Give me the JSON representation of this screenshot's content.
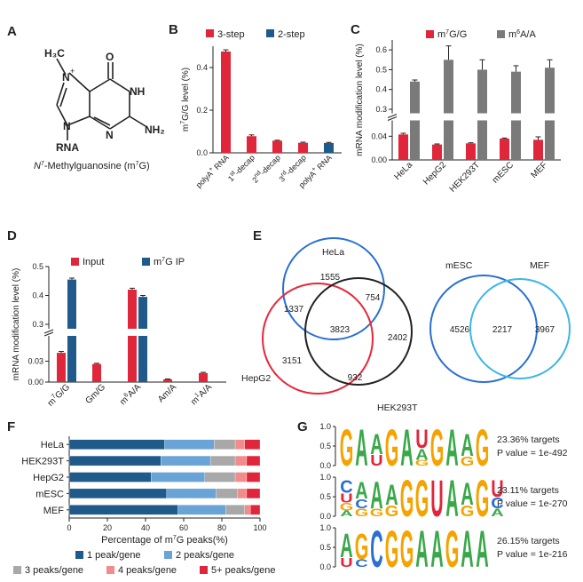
{
  "figure": {
    "panels": [
      "A",
      "B",
      "C",
      "D",
      "E",
      "F",
      "G"
    ]
  },
  "panel_a": {
    "caption_prefix": "N",
    "caption_sup": "7",
    "caption_rest": "-Methylguanosine (m",
    "caption_sup2": "7",
    "caption_end": "G)",
    "atoms": {
      "methyl": "H₃C",
      "plus": "+",
      "n7": "N",
      "o": "O",
      "nh": "NH",
      "nh2": "NH₂",
      "n3": "N",
      "n9": "N",
      "rna": "RNA"
    },
    "colors": {
      "methyl": "#e0263a",
      "bond": "#222222"
    }
  },
  "colors": {
    "red": "#e0263a",
    "blue": "#1f5a8a",
    "gray": "#7a7a7a",
    "light_blue": "#6aa3d6",
    "light_gray": "#a8a8a8",
    "pink": "#f28b8b",
    "venn_blue": "#2a6fd1",
    "venn_red": "#e8263a",
    "venn_black": "#222222",
    "venn_cyan": "#3eb6e6"
  },
  "chart_data": [
    {
      "id": "B",
      "type": "bar",
      "ylabel_pre": "m",
      "ylabel_sup": "7",
      "ylabel_post": "G/G level (%)",
      "ylim": [
        0,
        0.5
      ],
      "yticks": [
        "0.0",
        "0.2",
        "0.4"
      ],
      "legend": [
        {
          "name": "3-step",
          "color": "#e0263a"
        },
        {
          "name": "2-step",
          "color": "#1f5a8a"
        }
      ],
      "categories": [
        {
          "main": "polyA",
          "sup": "+",
          "rest": " RNA"
        },
        {
          "main": "1",
          "sup": "st",
          "rest": "-decap"
        },
        {
          "main": "2",
          "sup": "nd",
          "rest": "-decap"
        },
        {
          "main": "3",
          "sup": "rd",
          "rest": "-decap"
        },
        {
          "main": "polyA",
          "sup": "+",
          "rest": " RNA"
        }
      ],
      "values": [
        0.475,
        0.078,
        0.057,
        0.047,
        0.046
      ],
      "errors": [
        0.008,
        0.006,
        0.002,
        0.003,
        0.003
      ],
      "bar_series": [
        "3-step",
        "3-step",
        "3-step",
        "3-step",
        "2-step"
      ]
    },
    {
      "id": "C",
      "type": "bar",
      "ylabel": "mRNA modification level (%)",
      "broken_axis": true,
      "lower_ylim": [
        0,
        0.06
      ],
      "upper_ylim": [
        0.3,
        0.65
      ],
      "lower_ticks": [
        "0.00",
        "0.04"
      ],
      "upper_ticks": [
        "0.3",
        "0.4",
        "0.5",
        "0.6"
      ],
      "categories": [
        "HeLa",
        "HepG2",
        "HEK293T",
        "mESC",
        "MEF"
      ],
      "series": [
        {
          "name": "m7G/G",
          "label_pre": "m",
          "label_sup": "7",
          "label_post": "G/G",
          "color": "#e0263a",
          "values": [
            0.043,
            0.026,
            0.028,
            0.036,
            0.034
          ],
          "errors": [
            0.002,
            0.001,
            0.001,
            0.001,
            0.005
          ]
        },
        {
          "name": "m6A/A",
          "label_pre": "m",
          "label_sup": "6",
          "label_post": "A/A",
          "color": "#7a7a7a",
          "values": [
            0.44,
            0.55,
            0.5,
            0.49,
            0.51
          ],
          "errors": [
            0.008,
            0.07,
            0.05,
            0.03,
            0.04
          ]
        }
      ]
    },
    {
      "id": "D",
      "type": "bar",
      "ylabel": "mRNA modification level (%)",
      "broken_axis": true,
      "lower_ylim": [
        0,
        0.06
      ],
      "upper_ylim": [
        0.3,
        0.5
      ],
      "lower_ticks": [
        "0.00",
        "0.03"
      ],
      "upper_ticks": [
        "0.3",
        "0.4",
        "0.5"
      ],
      "categories": [
        {
          "pre": "m",
          "sup": "7",
          "post": "G/G"
        },
        {
          "pre": "Gm/G",
          "sup": "",
          "post": ""
        },
        {
          "pre": "m",
          "sup": "6",
          "post": "A/A"
        },
        {
          "pre": "Am/A",
          "sup": "",
          "post": ""
        },
        {
          "pre": "m",
          "sup": "1",
          "post": "A/A"
        }
      ],
      "series": [
        {
          "name": "Input",
          "label_pre": "Input",
          "label_sup": "",
          "label_post": "",
          "color": "#e0263a",
          "values": [
            0.042,
            0.026,
            0.42,
            0.004,
            0.013
          ],
          "errors": [
            0.002,
            0.001,
            0.005,
            0.0005,
            0.001
          ]
        },
        {
          "name": "m7G IP",
          "label_pre": "m",
          "label_sup": "7",
          "label_post": "G IP",
          "color": "#1f5a8a",
          "values": [
            0.455,
            0.0,
            0.395,
            0.0,
            0.0
          ],
          "errors": [
            0.005,
            0,
            0.005,
            0,
            0
          ]
        }
      ]
    },
    {
      "id": "F",
      "type": "bar",
      "orientation": "horizontal-stacked",
      "xlabel_pre": "Percentage of m",
      "xlabel_sup": "7",
      "xlabel_post": "G peaks(%)",
      "xlim": [
        0,
        100
      ],
      "xticks": [
        "0",
        "20",
        "40",
        "60",
        "80",
        "100"
      ],
      "categories": [
        "HeLa",
        "HEK293T",
        "HepG2",
        "mESC",
        "MEF"
      ],
      "series": [
        {
          "name": "1 peak/gene",
          "color": "#1f5a8a",
          "values": [
            50,
            48,
            43,
            51,
            57
          ]
        },
        {
          "name": "2 peaks/gene",
          "color": "#6aa3d6",
          "values": [
            26,
            26,
            28,
            26,
            25
          ]
        },
        {
          "name": "3 peaks/gene",
          "color": "#a8a8a8",
          "values": [
            11,
            13,
            16,
            11,
            10
          ]
        },
        {
          "name": "4 peaks/gene",
          "color": "#f28b8b",
          "values": [
            5,
            6,
            6,
            5,
            3
          ]
        },
        {
          "name": "5+ peaks/gene",
          "color": "#e0263a",
          "values": [
            8,
            7,
            7,
            7,
            5
          ]
        }
      ]
    }
  ],
  "panel_e": {
    "left": {
      "sets": [
        {
          "name": "HeLa",
          "color": "#2a6fd1"
        },
        {
          "name": "HepG2",
          "color": "#e8263a"
        },
        {
          "name": "HEK293T",
          "color": "#222222"
        }
      ],
      "regions": {
        "hela_only": "1555",
        "hela_hek": "754",
        "hela_hepg2": "1337",
        "all_three": "3823",
        "hepg2_hek": "2402",
        "hepg2_only": "3151",
        "hek_only": "932"
      }
    },
    "right": {
      "sets": [
        {
          "name": "mESC",
          "color": "#2a6fd1"
        },
        {
          "name": "MEF",
          "color": "#3eb6e6"
        }
      ],
      "regions": {
        "mesc_only": "4526",
        "both": "2217",
        "mef_only": "3967"
      }
    }
  },
  "panel_g": {
    "yticks": [
      "0.0",
      "0.5",
      "1.0"
    ],
    "motifs": [
      {
        "targets": "23.36% targets",
        "pvalue": "P value = 1e-492",
        "positions": [
          [
            [
              "G",
              1.0
            ]
          ],
          [
            [
              "A",
              1.0
            ]
          ],
          [
            [
              "A",
              0.55
            ],
            [
              "U",
              0.3
            ]
          ],
          [
            [
              "G",
              1.0
            ]
          ],
          [
            [
              "A",
              1.0
            ]
          ],
          [
            [
              "U",
              0.5
            ],
            [
              "A",
              0.3
            ],
            [
              "G",
              0.15
            ]
          ],
          [
            [
              "G",
              1.0
            ]
          ],
          [
            [
              "A",
              1.0
            ]
          ],
          [
            [
              "A",
              0.6
            ],
            [
              "G",
              0.25
            ]
          ],
          [
            [
              "G",
              1.0
            ]
          ]
        ]
      },
      {
        "targets": "23.11% targets",
        "pvalue": "P value = 1e-270",
        "positions": [
          [
            [
              "C",
              0.35
            ],
            [
              "U",
              0.25
            ],
            [
              "G",
              0.2
            ],
            [
              "A",
              0.15
            ]
          ],
          [
            [
              "A",
              0.45
            ],
            [
              "C",
              0.25
            ],
            [
              "G",
              0.2
            ]
          ],
          [
            [
              "A",
              0.75
            ],
            [
              "G",
              0.2
            ]
          ],
          [
            [
              "A",
              0.55
            ],
            [
              "G",
              0.3
            ]
          ],
          [
            [
              "G",
              1.0
            ]
          ],
          [
            [
              "G",
              1.0
            ]
          ],
          [
            [
              "U",
              1.0
            ]
          ],
          [
            [
              "A",
              1.0
            ]
          ],
          [
            [
              "A",
              0.6
            ],
            [
              "G",
              0.3
            ]
          ],
          [
            [
              "G",
              1.0
            ]
          ],
          [
            [
              "U",
              0.45
            ],
            [
              "C",
              0.3
            ],
            [
              "A",
              0.2
            ]
          ]
        ]
      },
      {
        "targets": "26.15% targets",
        "pvalue": "P value = 1e-216",
        "positions": [
          [
            [
              "A",
              0.65
            ],
            [
              "U",
              0.25
            ]
          ],
          [
            [
              "G",
              0.7
            ],
            [
              "C",
              0.2
            ]
          ],
          [
            [
              "C",
              1.0
            ]
          ],
          [
            [
              "G",
              1.0
            ]
          ],
          [
            [
              "G",
              1.0
            ]
          ],
          [
            [
              "A",
              1.0
            ]
          ],
          [
            [
              "A",
              1.0
            ]
          ],
          [
            [
              "G",
              1.0
            ]
          ],
          [
            [
              "A",
              1.0
            ]
          ],
          [
            [
              "A",
              1.0
            ]
          ]
        ]
      }
    ],
    "nucleotide_colors": {
      "A": "#3aa84a",
      "C": "#2a6fd1",
      "G": "#f4a300",
      "U": "#e0263a"
    }
  }
}
